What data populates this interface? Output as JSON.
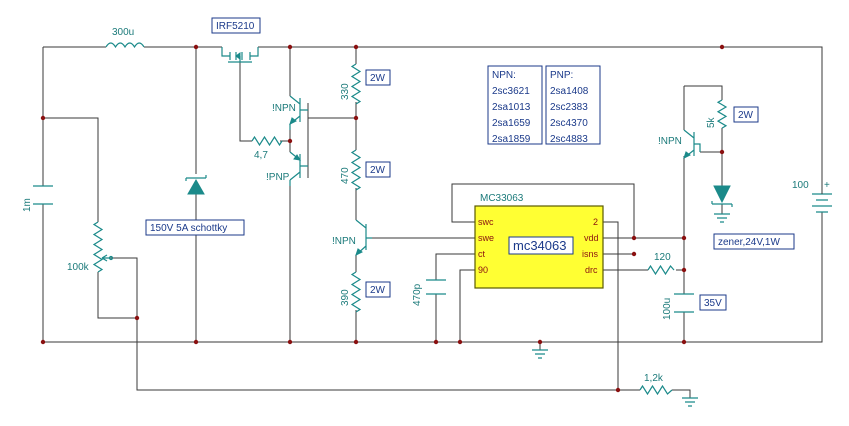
{
  "labels": {
    "inductor": "300u",
    "mosfet": "IRF5210",
    "r_gate": "4,7",
    "npn1": "!NPN",
    "pnp1": "!PNP",
    "r330": "330",
    "r330_power": "2W",
    "r470": "470",
    "r470_power": "2W",
    "npn2": "!NPN",
    "r390": "390",
    "r390_power": "2W",
    "cap_1m": "1m",
    "pot": "100k",
    "schottky": "150V 5A schottky",
    "cap_470p": "470p",
    "chip_ref": "MC33063",
    "chip_name": "mc34063",
    "r120": "120",
    "cap_100u": "100u",
    "cap_100u_voltage": "35V",
    "r5k": "5k",
    "r5k_power": "2W",
    "npn3": "!NPN",
    "zener": "zener,24V,1W",
    "battery": "100",
    "battery_plus": "+",
    "r1_2k": "1,2k"
  },
  "chip_pins": {
    "swc": "swc",
    "swe": "swe",
    "ct": "ct",
    "gnd": "90",
    "pin2": "2",
    "vdd": "vdd",
    "isns": "isns",
    "drc": "drc"
  },
  "transistor_table": {
    "npn_header": "NPN:",
    "npn": [
      "2sc3621",
      "2sa1013",
      "2sa1659",
      "2sa1859"
    ],
    "pnp_header": "PNP:",
    "pnp": [
      "2sa1408",
      "2sc2383",
      "2sc4370",
      "2sc4883"
    ]
  }
}
